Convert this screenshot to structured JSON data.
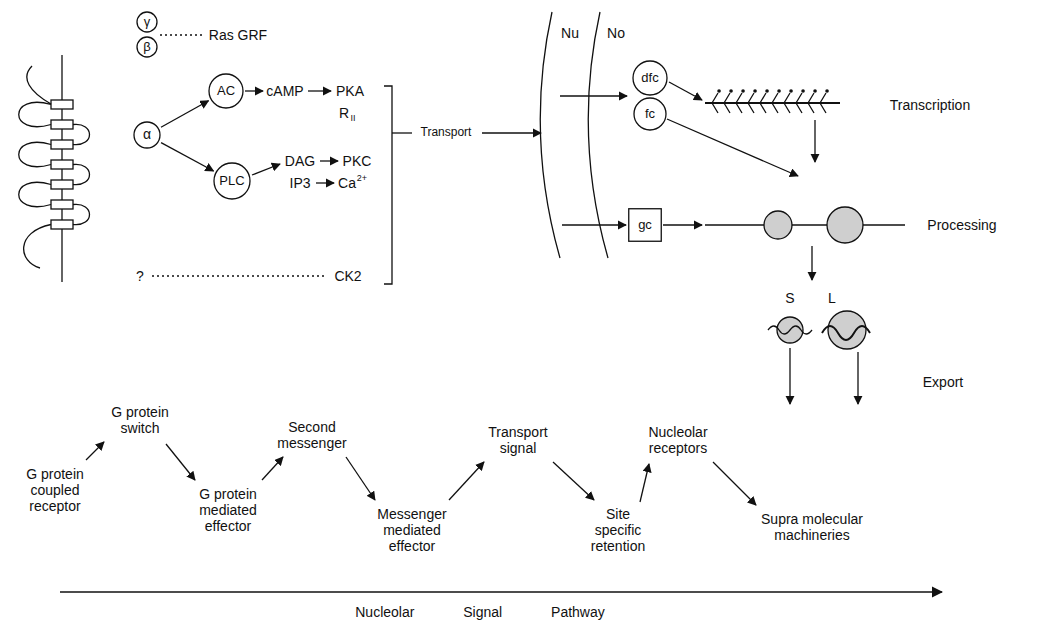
{
  "diagram": {
    "nodes": [
      {
        "text": [
          "γ"
        ]
      },
      {
        "text": [
          "β"
        ]
      },
      {
        "text": [
          "α"
        ]
      },
      {
        "text": [
          "AC"
        ]
      },
      {
        "text": [
          "PLC"
        ]
      },
      {
        "text": [
          "dfc"
        ]
      },
      {
        "text": [
          "fc"
        ]
      },
      {
        "text": [
          "gc"
        ]
      }
    ],
    "edges": [
      {
        "from": 2,
        "to": 3,
        "arrow": "to"
      },
      {
        "from": 2,
        "to": 4,
        "arrow": "to"
      }
    ],
    "labels": [
      "Ras GRF",
      "cAMP",
      "PKA",
      "R",
      "II",
      "DAG",
      "IP3",
      "PKC",
      "Ca",
      "2+",
      "?",
      "CK2",
      "Transport",
      "Nu",
      "No",
      "Transcription",
      "Processing",
      "S",
      "L",
      "Export",
      "G protein coupled receptor",
      "G protein switch",
      "G protein mediated effector",
      "Second messenger",
      "Messenger mediated effector",
      "Transport signal",
      "Nucleolar receptors",
      "Site specific retention",
      "Supra molecular machineries",
      "Nucleolar Signal Pathway"
    ]
  }
}
